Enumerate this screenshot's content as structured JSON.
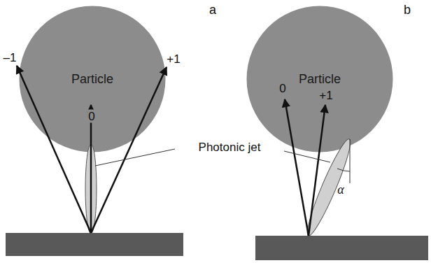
{
  "diagram": {
    "nodes": [
      {
        "text": [
          "Particle"
        ]
      },
      {
        "text": [
          "Particle"
        ]
      }
    ],
    "labels": [
      "a",
      "–1",
      "0",
      "+1",
      "b",
      "0",
      "+1",
      "Photonic jet",
      "α"
    ]
  }
}
